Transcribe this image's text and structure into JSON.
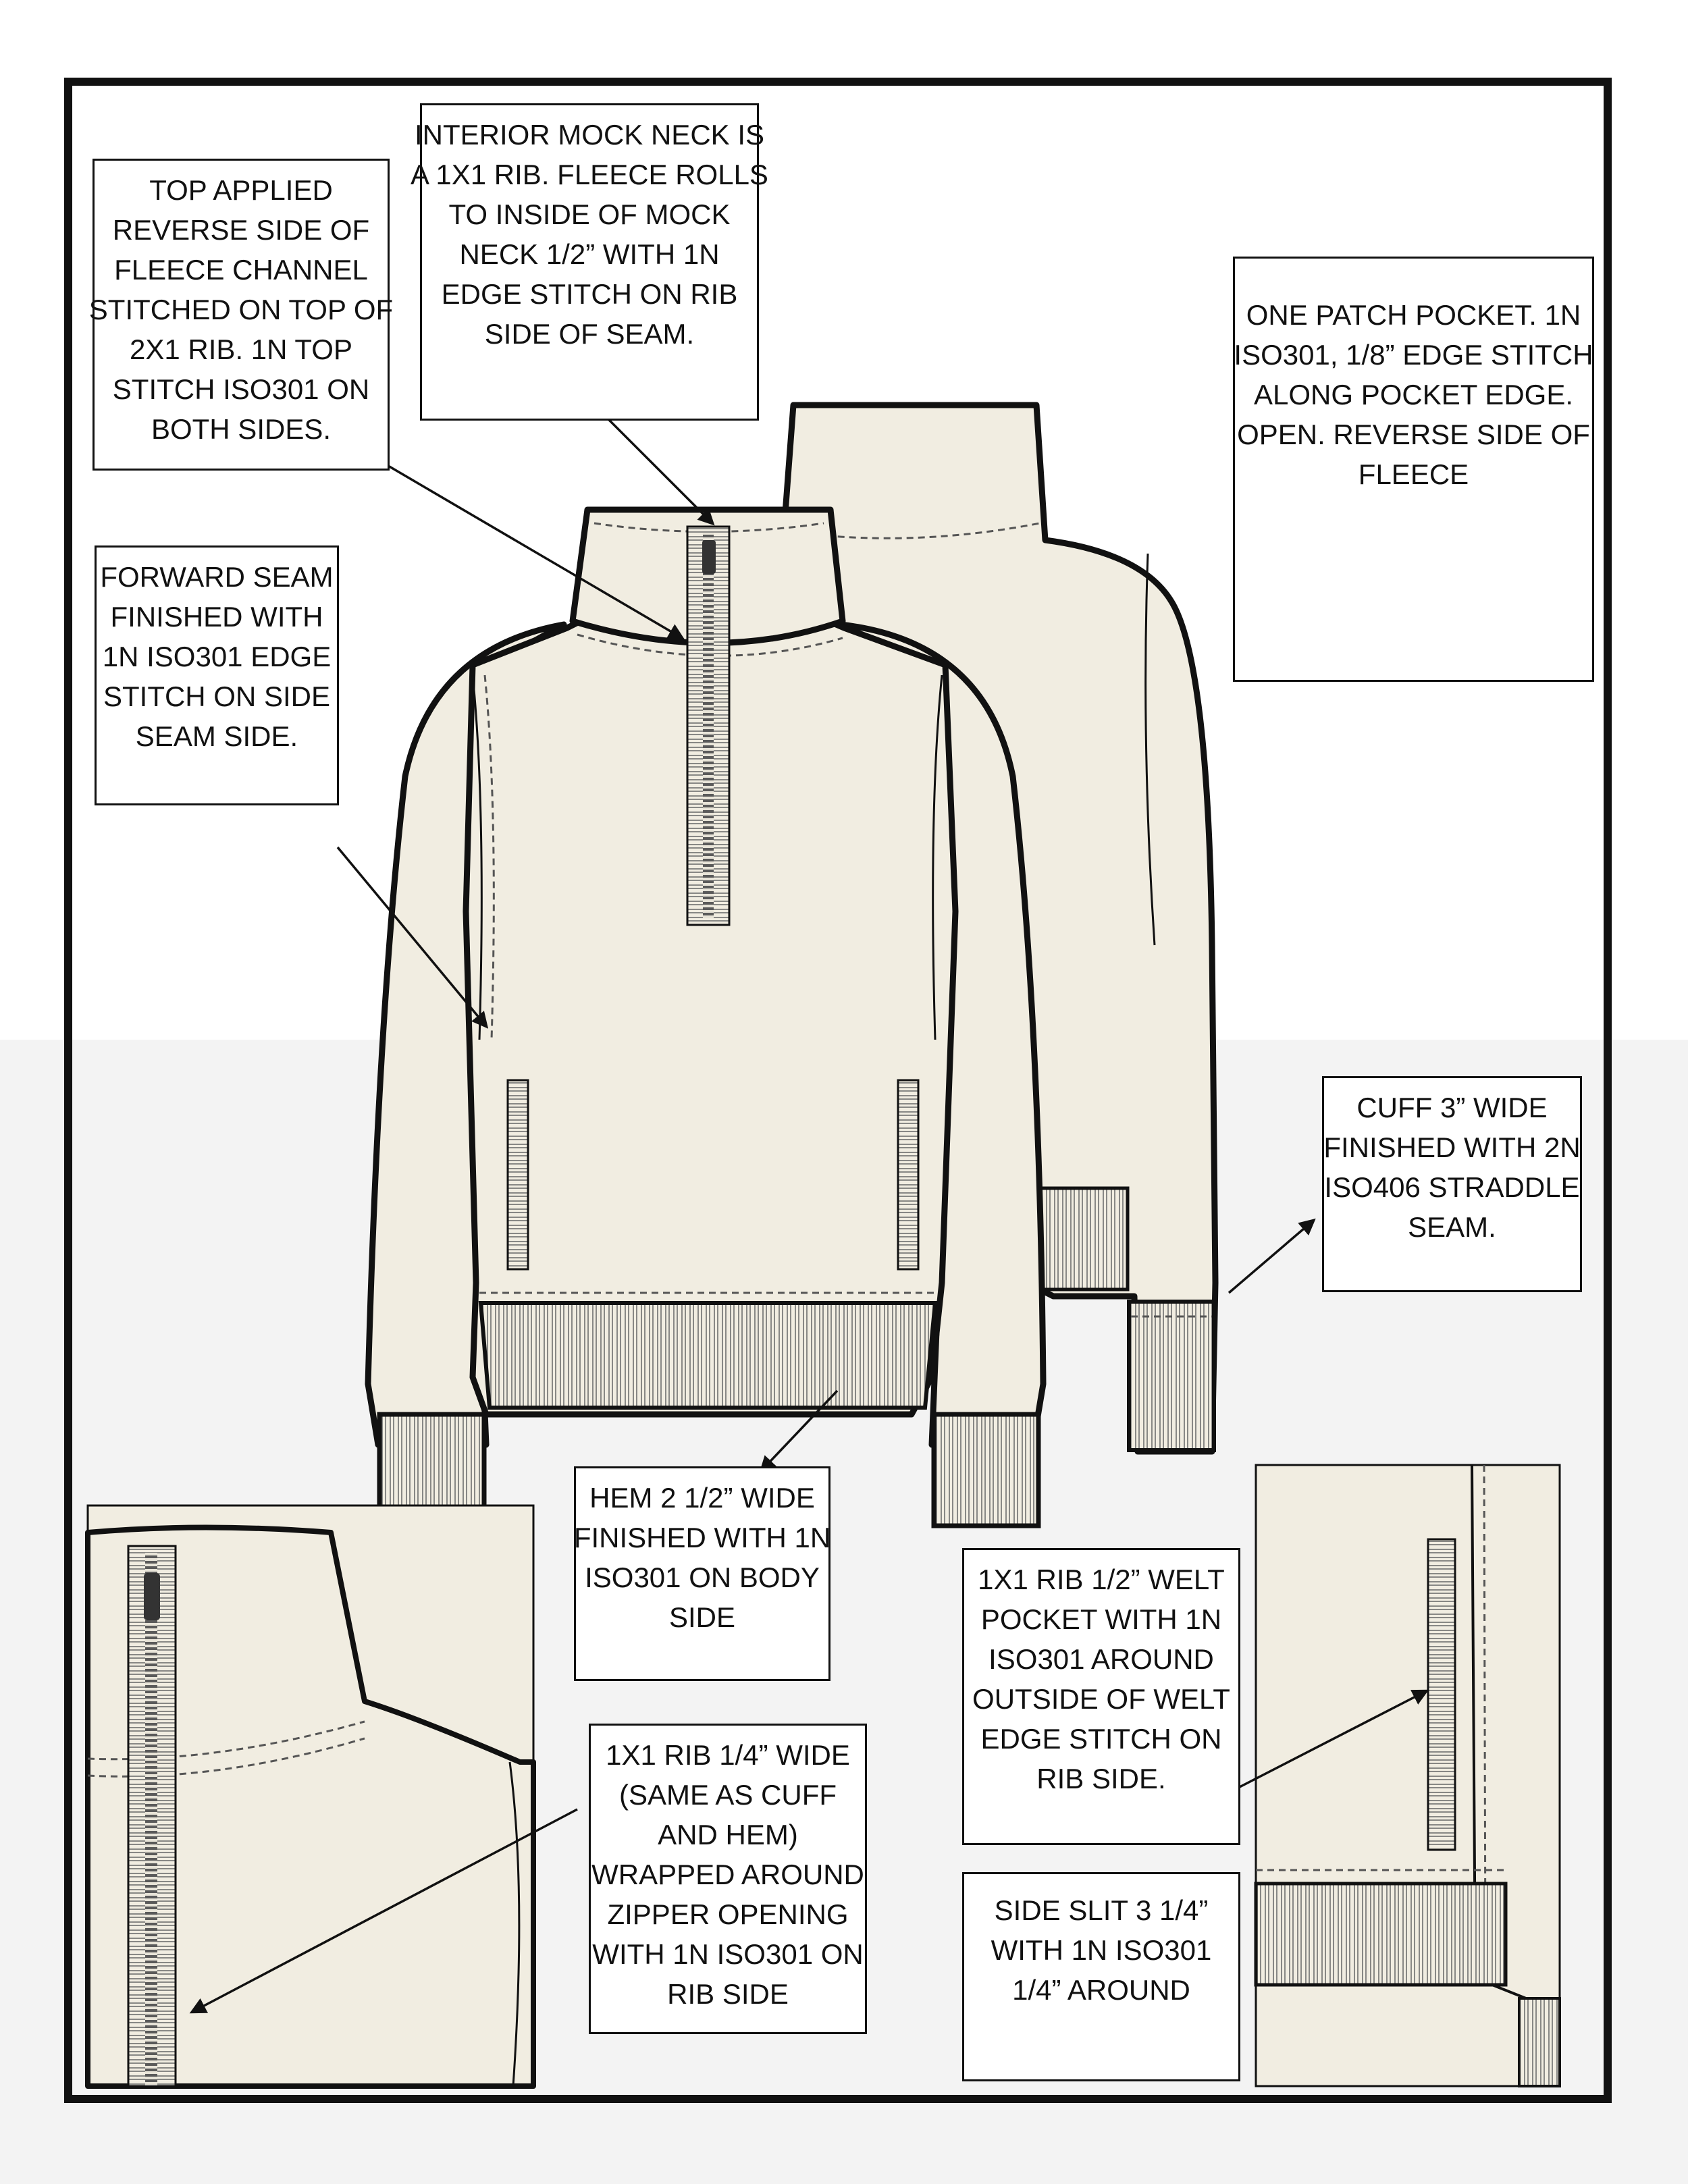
{
  "colors": {
    "fleece": "#f1ede1",
    "outline": "#111111",
    "stitch": "#555555",
    "rib_stripe": "#6e6e6e",
    "zipper": "#5a5a5a",
    "page_lower": "#f3f3f3"
  },
  "notes": {
    "channel": {
      "lines": [
        "TOP APPLIED",
        "REVERSE SIDE OF",
        "FLEECE CHANNEL",
        "STITCHED ON TOP OF",
        "2X1 RIB. 1N TOP",
        "STITCH ISO301 ON",
        "BOTH SIDES."
      ]
    },
    "mock_neck": {
      "lines": [
        "INTERIOR MOCK NECK IS",
        "A 1X1 RIB. FLEECE ROLLS",
        "TO INSIDE OF MOCK",
        "NECK 1/2” WITH 1N",
        "EDGE STITCH ON RIB",
        "SIDE OF SEAM."
      ]
    },
    "patch_pocket": {
      "lines": [
        "ONE PATCH POCKET. 1N",
        "ISO301, 1/8” EDGE STITCH",
        "ALONG POCKET EDGE.",
        "OPEN. REVERSE SIDE OF",
        "FLEECE"
      ]
    },
    "forward_seam": {
      "lines": [
        "FORWARD SEAM",
        "FINISHED WITH",
        "1N ISO301 EDGE",
        "STITCH ON SIDE",
        "SEAM SIDE."
      ]
    },
    "cuff": {
      "lines": [
        "CUFF 3” WIDE",
        "FINISHED WITH 2N",
        "ISO406 STRADDLE",
        "SEAM."
      ]
    },
    "hem": {
      "lines": [
        "HEM 2 1/2” WIDE",
        "FINISHED WITH 1N",
        "ISO301 ON BODY",
        "SIDE"
      ]
    },
    "zipper_rib": {
      "lines": [
        "1X1 RIB 1/4” WIDE",
        "(SAME AS CUFF",
        "AND HEM)",
        "WRAPPED AROUND",
        "ZIPPER OPENING",
        "WITH 1N ISO301 ON",
        "RIB SIDE"
      ]
    },
    "welt_pocket": {
      "lines": [
        "1X1 RIB 1/2” WELT",
        "POCKET WITH 1N",
        "ISO301 AROUND",
        "OUTSIDE OF WELT",
        "EDGE STITCH ON",
        "RIB SIDE."
      ]
    },
    "side_slit": {
      "lines": [
        "SIDE SLIT 3 1/4”",
        "WITH 1N ISO301",
        "1/4” AROUND"
      ]
    }
  }
}
